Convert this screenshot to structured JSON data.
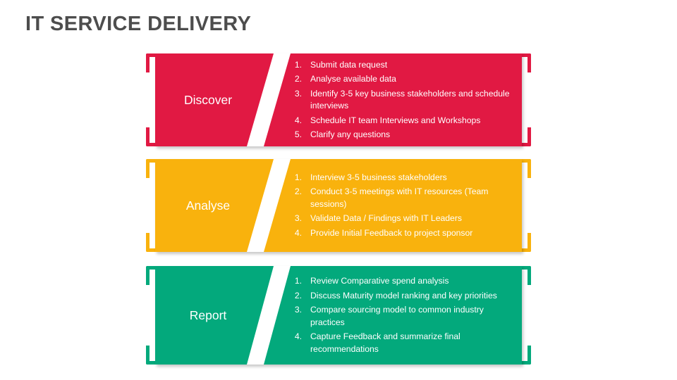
{
  "slide": {
    "title": "IT SERVICE DELIVERY",
    "title_color": "#4d4d4d",
    "background": "#ffffff"
  },
  "bands": [
    {
      "label": "Discover",
      "color": "#e0२0४0",
      "items": [
        {
          "num": "1.",
          "text": "Submit data request"
        },
        {
          "num": "2.",
          "text": "Analyse available data"
        },
        {
          "num": "3.",
          "text": "Identify 3-5 key business stakeholders and schedule interviews"
        },
        {
          "num": "4.",
          "text": "Schedule IT team Interviews and Workshops"
        },
        {
          "num": "5.",
          "text": "Clarify any questions"
        }
      ]
    },
    {
      "label": "Analyse",
      "color": "#f9b20d",
      "items": [
        {
          "num": "1.",
          "text": "Interview 3-5 business stakeholders"
        },
        {
          "num": "2.",
          "text": "Conduct 3-5 meetings with IT resources (Team sessions)"
        },
        {
          "num": "3.",
          "text": "Validate Data / Findings with IT Leaders"
        },
        {
          "num": "4.",
          "text": "Provide Initial Feedback to project sponsor"
        }
      ]
    },
    {
      "label": "Report",
      "color": "#03a97c",
      "items": [
        {
          "num": "1.",
          "text": "Review Comparative spend analysis"
        },
        {
          "num": "2.",
          "text": "Discuss Maturity model ranking and key priorities"
        },
        {
          "num": "3.",
          "text": "Compare sourcing model to common industry practices"
        },
        {
          "num": "4.",
          "text": "Capture Feedback and summarize final recommendations"
        }
      ]
    }
  ],
  "colors": {
    "discover": "#e11943",
    "analyse": "#f9b20d",
    "report": "#03a97c"
  }
}
